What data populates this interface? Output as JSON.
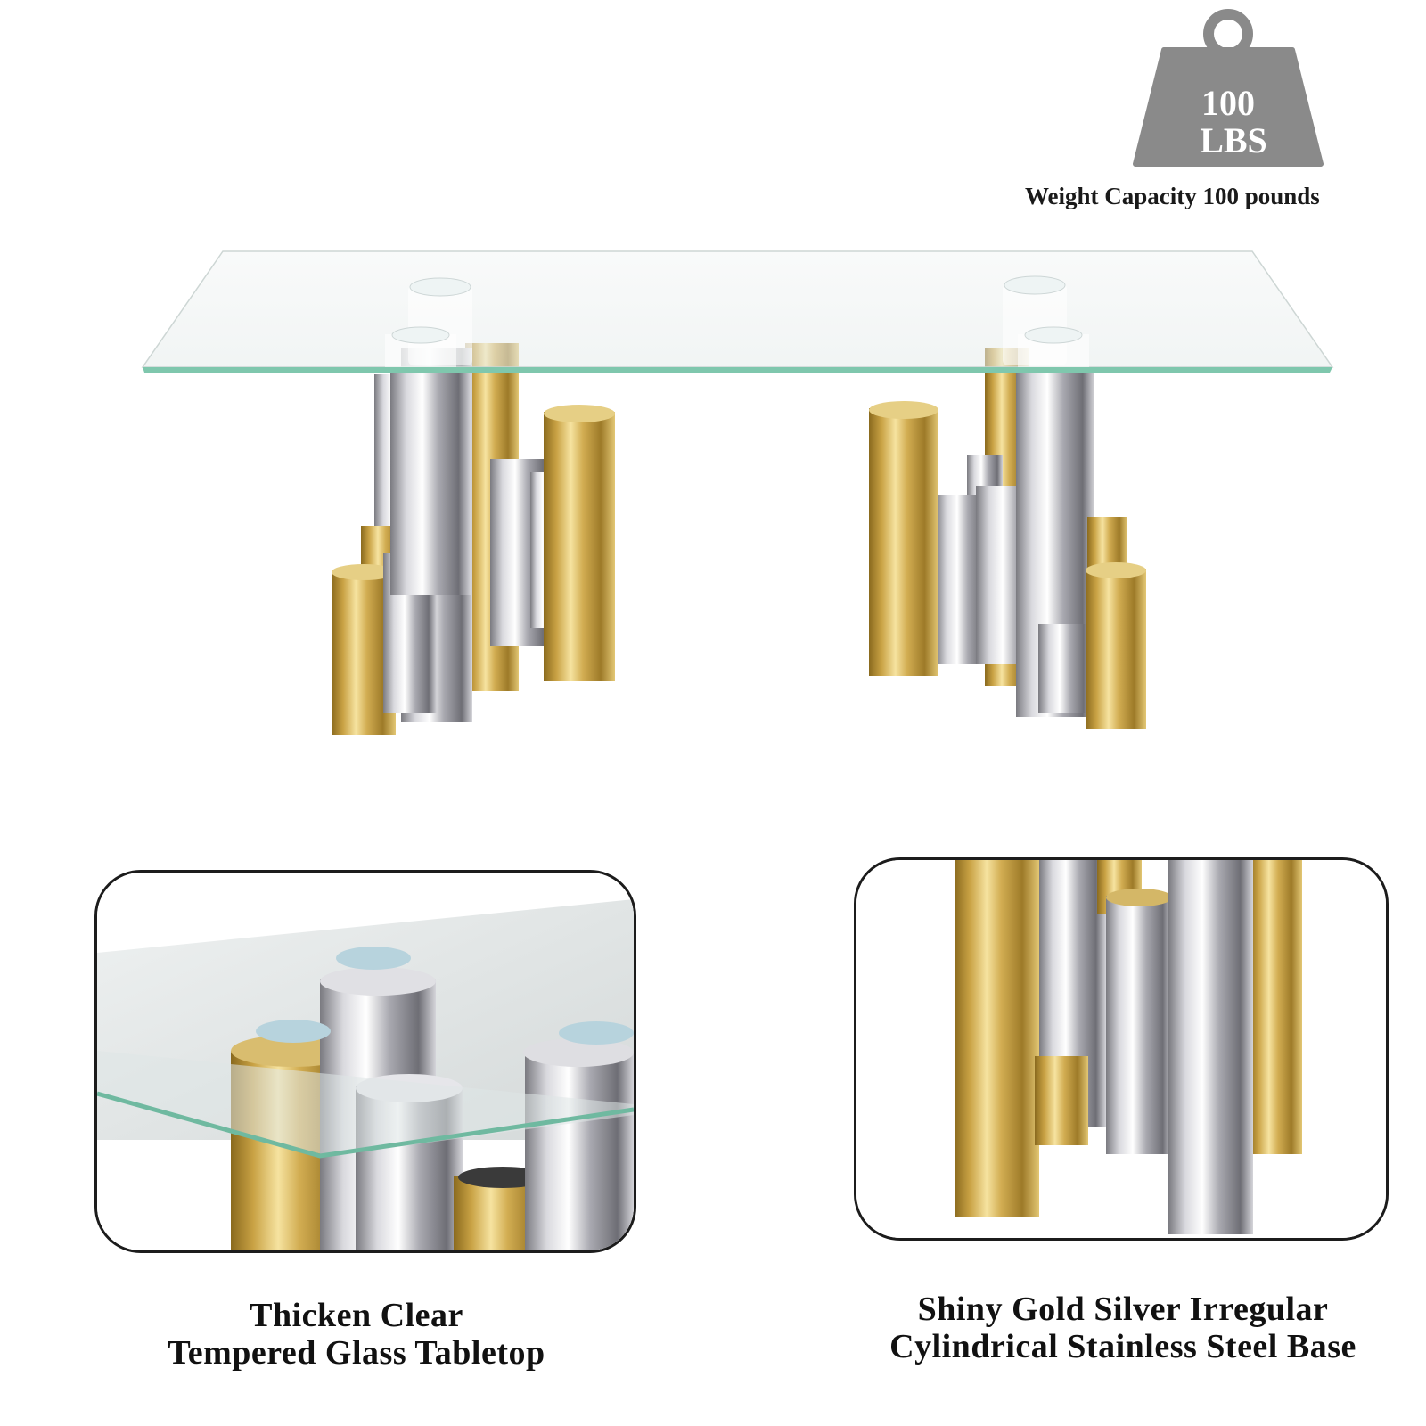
{
  "weight_badge": {
    "value": "100",
    "unit": "LBS",
    "caption": "Weight Capacity 100 pounds"
  },
  "features": [
    {
      "line1": "Thicken Clear",
      "line2": "Tempered Glass Tabletop"
    },
    {
      "line1": "Shiny Gold Silver Irregular",
      "line2": "Cylindrical Stainless Steel Base"
    }
  ],
  "colors": {
    "badge_gray": "#8a8a8a",
    "gold": "#c9a244",
    "silver": "#c8c8cc",
    "glass_edge": "#7fc7ad"
  }
}
